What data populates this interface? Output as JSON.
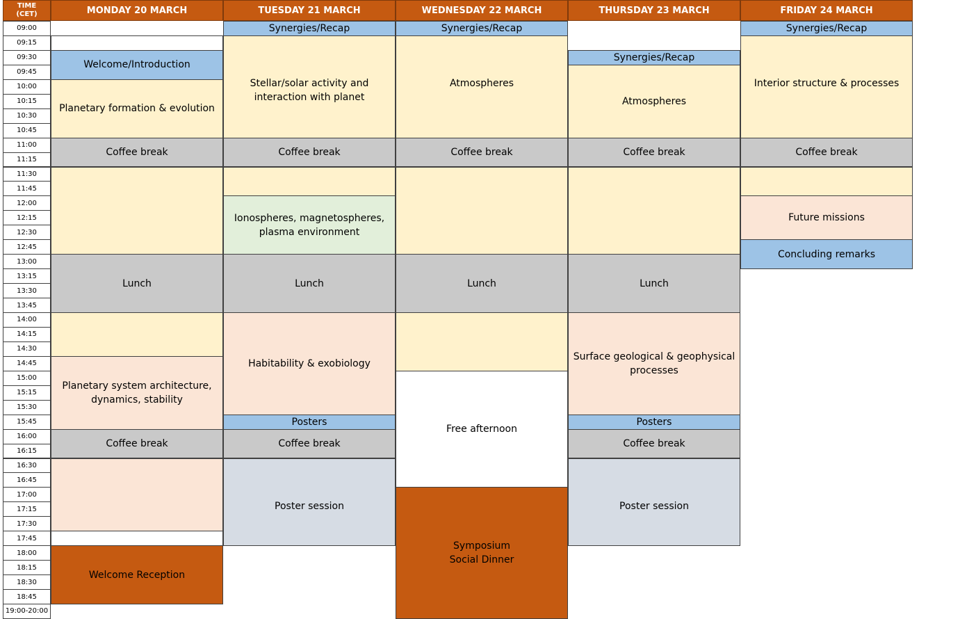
{
  "time_header": "TIME\n(CET)",
  "days": [
    "MONDAY 20 MARCH",
    "TUESDAY 21 MARCH",
    "WEDNESDAY 22 MARCH",
    "THURSDAY 23 MARCH",
    "FRIDAY 24 MARCH"
  ],
  "times": [
    "09:00",
    "09:15",
    "09:30",
    "09:45",
    "10:00",
    "10:15",
    "10:30",
    "10:45",
    "11:00",
    "11:15",
    "11:30",
    "11:45",
    "12:00",
    "12:15",
    "12:30",
    "12:45",
    "13:00",
    "13:15",
    "13:30",
    "13:45",
    "14:00",
    "14:15",
    "14:30",
    "14:45",
    "15:00",
    "15:15",
    "15:30",
    "15:45",
    "16:00",
    "16:15",
    "16:30",
    "16:45",
    "17:00",
    "17:15",
    "17:30",
    "17:45",
    "18:00",
    "18:15",
    "18:30",
    "18:45",
    "19:00-20:00"
  ],
  "colors": {
    "header": "#c55a11",
    "recap": "#9dc3e6",
    "session": "#fff2cc",
    "break": "#c9c9c9",
    "peach": "#fbe5d6",
    "green": "#e2efda",
    "poster": "#d6dce4",
    "orange": "#c55a11"
  },
  "events": [
    {
      "day": 0,
      "start": 1,
      "end": 2,
      "label": "",
      "kind": "white"
    },
    {
      "day": 0,
      "start": 2,
      "end": 4,
      "label": "Welcome/Introduction",
      "kind": "recap"
    },
    {
      "day": 0,
      "start": 4,
      "end": 8,
      "label": "Planetary formation & evolution",
      "kind": "yellow"
    },
    {
      "day": 0,
      "start": 8,
      "end": 10,
      "label": "Coffee break",
      "kind": "grey"
    },
    {
      "day": 0,
      "start": 10,
      "end": 16,
      "label": "",
      "kind": "yellow"
    },
    {
      "day": 0,
      "start": 16,
      "end": 20,
      "label": "Lunch",
      "kind": "grey"
    },
    {
      "day": 0,
      "start": 20,
      "end": 23,
      "label": "",
      "kind": "yellow"
    },
    {
      "day": 0,
      "start": 23,
      "end": 28,
      "label": "Planetary system architecture, dynamics, stability",
      "kind": "peach"
    },
    {
      "day": 0,
      "start": 28,
      "end": 30,
      "label": "Coffee break",
      "kind": "grey"
    },
    {
      "day": 0,
      "start": 30,
      "end": 35,
      "label": "",
      "kind": "peach"
    },
    {
      "day": 0,
      "start": 35,
      "end": 36,
      "label": "",
      "kind": "white"
    },
    {
      "day": 0,
      "start": 36,
      "end": 40,
      "label": "Welcome Reception",
      "kind": "orange"
    },
    {
      "day": 1,
      "start": 0,
      "end": 1,
      "label": "Synergies/Recap",
      "kind": "recap"
    },
    {
      "day": 1,
      "start": 1,
      "end": 8,
      "label": "Stellar/solar activity and interaction with planet",
      "kind": "yellow",
      "valign": "top"
    },
    {
      "day": 1,
      "start": 8,
      "end": 10,
      "label": "Coffee break",
      "kind": "grey"
    },
    {
      "day": 1,
      "start": 10,
      "end": 12,
      "label": "",
      "kind": "yellow"
    },
    {
      "day": 1,
      "start": 12,
      "end": 16,
      "label": "Ionospheres, magnetospheres, plasma environment",
      "kind": "green"
    },
    {
      "day": 1,
      "start": 16,
      "end": 20,
      "label": "Lunch",
      "kind": "grey"
    },
    {
      "day": 1,
      "start": 20,
      "end": 27,
      "label": "Habitability & exobiology",
      "kind": "peach"
    },
    {
      "day": 1,
      "start": 27,
      "end": 28,
      "label": "Posters",
      "kind": "recap"
    },
    {
      "day": 1,
      "start": 28,
      "end": 30,
      "label": "Coffee break",
      "kind": "grey"
    },
    {
      "day": 1,
      "start": 30,
      "end": 36,
      "label": "Poster session",
      "kind": "poster",
      "valign": "top"
    },
    {
      "day": 2,
      "start": 0,
      "end": 1,
      "label": "Synergies/Recap",
      "kind": "recap"
    },
    {
      "day": 2,
      "start": 1,
      "end": 8,
      "label": "Atmospheres",
      "kind": "yellow",
      "valign": "top"
    },
    {
      "day": 2,
      "start": 8,
      "end": 10,
      "label": "Coffee break",
      "kind": "grey"
    },
    {
      "day": 2,
      "start": 10,
      "end": 16,
      "label": "",
      "kind": "yellow"
    },
    {
      "day": 2,
      "start": 16,
      "end": 20,
      "label": "Lunch",
      "kind": "grey"
    },
    {
      "day": 2,
      "start": 20,
      "end": 24,
      "label": "",
      "kind": "yellow"
    },
    {
      "day": 2,
      "start": 24,
      "end": 32,
      "label": "Free afternoon",
      "kind": "box"
    },
    {
      "day": 2,
      "start": 32,
      "end": 41,
      "label": "Symposium\nSocial Dinner",
      "kind": "orange"
    },
    {
      "day": 3,
      "start": 2,
      "end": 3,
      "label": "Synergies/Recap",
      "kind": "recap"
    },
    {
      "day": 3,
      "start": 3,
      "end": 8,
      "label": "Atmospheres",
      "kind": "yellow"
    },
    {
      "day": 3,
      "start": 8,
      "end": 10,
      "label": "Coffee break",
      "kind": "grey"
    },
    {
      "day": 3,
      "start": 10,
      "end": 16,
      "label": "",
      "kind": "yellow"
    },
    {
      "day": 3,
      "start": 16,
      "end": 20,
      "label": "Lunch",
      "kind": "grey"
    },
    {
      "day": 3,
      "start": 20,
      "end": 27,
      "label": "Surface geological & geophysical processes",
      "kind": "peach"
    },
    {
      "day": 3,
      "start": 27,
      "end": 28,
      "label": "Posters",
      "kind": "recap"
    },
    {
      "day": 3,
      "start": 28,
      "end": 30,
      "label": "Coffee break",
      "kind": "grey"
    },
    {
      "day": 3,
      "start": 30,
      "end": 36,
      "label": "Poster session",
      "kind": "poster",
      "valign": "top"
    },
    {
      "day": 4,
      "start": 0,
      "end": 1,
      "label": "Synergies/Recap",
      "kind": "recap"
    },
    {
      "day": 4,
      "start": 1,
      "end": 8,
      "label": "Interior structure & processes",
      "kind": "yellow",
      "valign": "top"
    },
    {
      "day": 4,
      "start": 8,
      "end": 10,
      "label": "Coffee break",
      "kind": "grey"
    },
    {
      "day": 4,
      "start": 10,
      "end": 12,
      "label": "",
      "kind": "yellow"
    },
    {
      "day": 4,
      "start": 12,
      "end": 15,
      "label": "Future missions",
      "kind": "peach"
    },
    {
      "day": 4,
      "start": 15,
      "end": 17,
      "label": "Concluding remarks",
      "kind": "recap"
    }
  ]
}
